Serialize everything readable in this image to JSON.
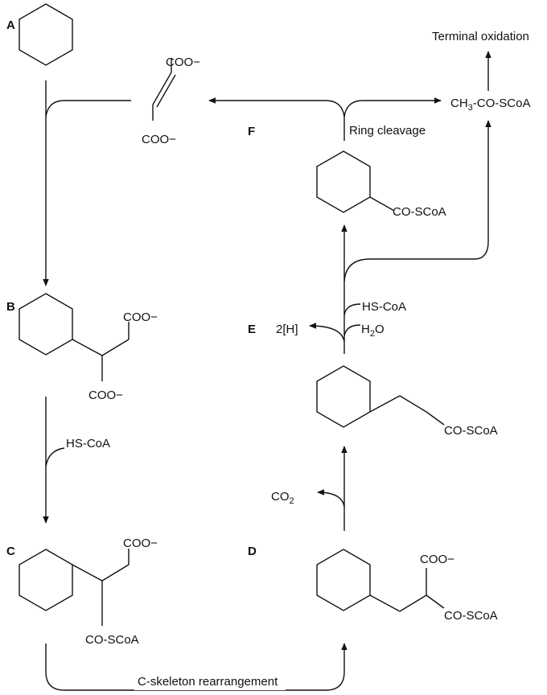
{
  "steps": {
    "a": "A",
    "b": "B",
    "c": "C",
    "d": "D",
    "e": "E",
    "f": "F"
  },
  "labels": {
    "fumarate_top": "COO−",
    "fumarate_bottom": "COO−",
    "b_coo_top": "COO−",
    "b_coo_bottom": "COO−",
    "hs_coa_1": "HS-CoA",
    "c_coo": "COO−",
    "c_coscoa": "CO-SCoA",
    "c_skeleton": "C-skeleton rearrangement",
    "d_coo": "COO−",
    "d_coscoa": "CO-SCoA",
    "co2_main": "CO",
    "co2_sub": "2",
    "e_coscoa": "CO-SCoA",
    "two_h": "2[H]",
    "h2o_main": "H",
    "h2o_sub": "2",
    "h2o_tail": "O",
    "hs_coa_2": "HS-CoA",
    "f_coscoa": "CO-SCoA",
    "ring_cleavage": "Ring cleavage",
    "acetyl_ch": "CH",
    "acetyl_sub": "3",
    "acetyl_rest": "-CO-SCoA",
    "terminal_oxidation": "Terminal oxidation"
  }
}
